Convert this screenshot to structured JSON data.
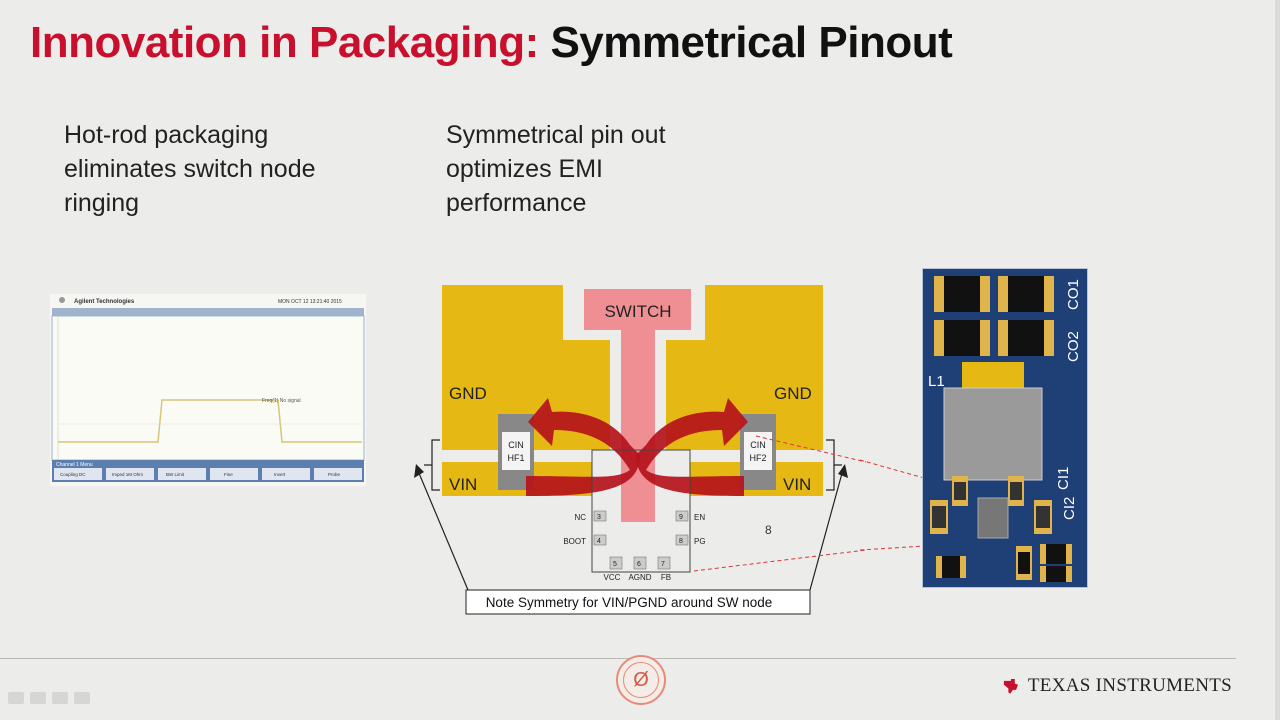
{
  "slide": {
    "title_red": "Innovation in Packaging:",
    "title_black": "Symmetrical Pinout",
    "caption_left": "Hot-rod packaging eliminates switch node ringing",
    "caption_mid": "Symmetrical pin out optimizes EMI performance"
  },
  "scope": {
    "brand": "Agilent Technologies",
    "datetime": "MON OCT 12 13:21:40 2015",
    "annotation": "Freq(1) No signal",
    "menu_title": "Channel 1 Menu",
    "softkeys": [
      "Coupling DC",
      "Imped 1M Ohm",
      "BW Limit",
      "Fine",
      "Invert",
      "Probe"
    ]
  },
  "diagram": {
    "switch_label": "SWITCH",
    "gnd_left": "GND",
    "gnd_right": "GND",
    "vin_left": "VIN",
    "vin_right": "VIN",
    "cin_left_1": "CIN",
    "cin_left_2": "HF1",
    "cin_right_1": "CIN",
    "cin_right_2": "HF2",
    "pin_nc": "NC",
    "pin_boot": "BOOT",
    "pin_en": "EN",
    "pin_pg": "PG",
    "pin_vcc": "VCC",
    "pin_agnd": "AGND",
    "pin_fb": "FB",
    "pin_num_3": "3",
    "pin_num_4": "4",
    "pin_num_5": "5",
    "pin_num_6": "6",
    "pin_num_7": "7",
    "pin_num_8": "8",
    "pin_num_9": "9",
    "stray_num": "8",
    "note": "Note Symmetry for VIN/PGND around SW node"
  },
  "pcb": {
    "co1": "CO1",
    "co2": "CO2",
    "l1": "L1",
    "ci1": "CI1",
    "ci2": "CI2"
  },
  "footer": {
    "company": "TEXAS INSTRUMENTS"
  },
  "colors": {
    "title_red": "#c8102e",
    "copper_yellow": "#e6b813",
    "switch_pink": "#ef8f93",
    "arrow_red": "#b5121b",
    "pcb_blue": "#1f3f77"
  }
}
